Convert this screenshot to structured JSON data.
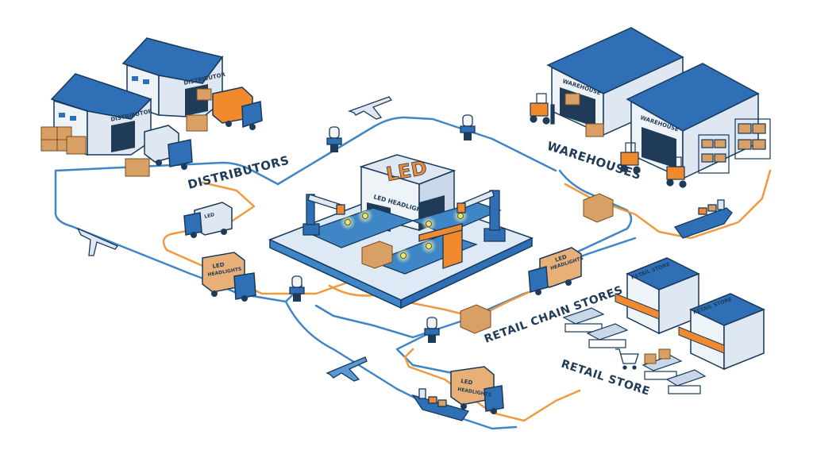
{
  "factory": {
    "led_sign": "LED",
    "name_sign": "LED HEADLIGHT FACTORY"
  },
  "labels": {
    "distributors": "DISTRIBUTORS",
    "warehouses": "WAREHOUSES",
    "retail_chain_stores": "RETAIL CHAIN STORES",
    "retail_store": "RETAIL STORE"
  },
  "building_signs": {
    "distributor_1": "DISTRIBUTOR",
    "distributor_2": "DISTRIBUTOR",
    "warehouse_1": "WAREHOUSE",
    "warehouse_2": "WAREHOUSE",
    "retail_store_1": "RETAIL STORE",
    "retail_store_2": "RETAIL STORE"
  },
  "truck_cargo": {
    "led": "LED",
    "headlights": "HEADLIGHTS"
  },
  "colors": {
    "blue_route": "#3f86c6",
    "orange_route": "#ef9a3f",
    "roof": "#2f6fb6",
    "orange_accent": "#f08a2c"
  }
}
